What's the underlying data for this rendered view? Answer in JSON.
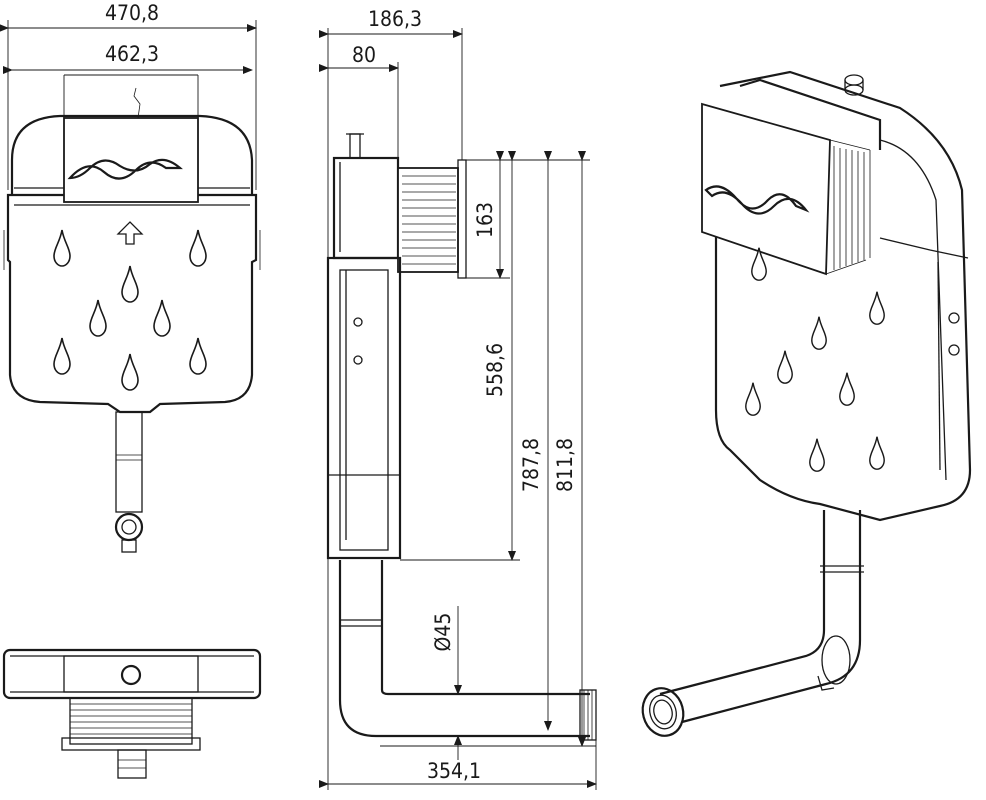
{
  "dimensions": {
    "overall_width": "470,8",
    "inner_width": "462,3",
    "depth_total": "186,3",
    "depth_panel": "80",
    "button_height": "163",
    "inlet_height": "558,6",
    "outlet_height": "787,8",
    "total_height": "811,8",
    "pipe_diameter": "Ø45",
    "outlet_length": "354,1"
  }
}
